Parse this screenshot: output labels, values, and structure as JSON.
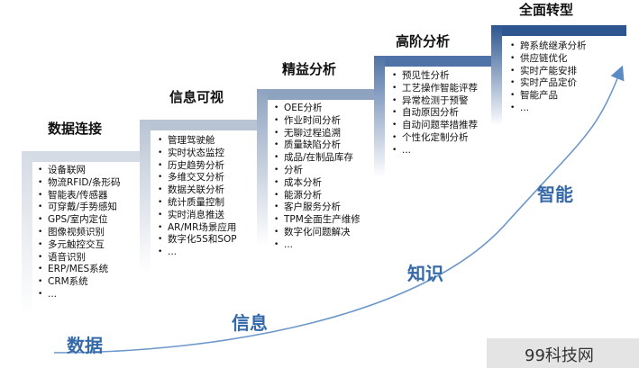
{
  "colors": {
    "accent": "#4a6fa5",
    "stage1": "#d5dbe4",
    "stage2": "#b8c4d4",
    "stage3": "#8ea3bf",
    "stage4": "#4f73a6",
    "stage5": "#2d5590",
    "curve_text": "#3569a8",
    "curve_line": "#5b8bc4"
  },
  "stages": [
    {
      "title": "数据连接",
      "items": [
        "设备联网",
        "物流RFID/条形码",
        "智能表/传感器",
        "可穿戴/手势感知",
        "GPS/室内定位",
        "图像视频识别",
        "多元触控交互",
        "语音识别",
        "ERP/MES系统",
        "CRM系统",
        "..."
      ]
    },
    {
      "title": "信息可视",
      "items": [
        "管理驾驶舱",
        "实时状态监控",
        "历史趋势分析",
        "多维交叉分析",
        "数据关联分析",
        "统计质量控制",
        "实时消息推送",
        "AR/MR场景应用",
        "数字化5S和SOP",
        "..."
      ]
    },
    {
      "title": "精益分析",
      "items": [
        "OEE分析",
        "作业时间分析",
        "无聊过程追溯",
        "质量缺陷分析",
        "成品/在制品库存",
        "分析",
        "成本分析",
        "能源分析",
        "客户服务分析",
        "TPM全面生产维修",
        "数字化问题解决",
        "..."
      ]
    },
    {
      "title": "高阶分析",
      "items": [
        "预见性分析",
        "工艺操作智能评荐",
        "异常检测于预警",
        "自动原因分析",
        "自动问题举措推荐",
        "个性化定制分析",
        "..."
      ]
    },
    {
      "title": "全面转型",
      "items": [
        "跨系统继承分析",
        "供应链优化",
        "实时产能安排",
        "实时产品定价",
        "智能产品",
        "..."
      ]
    }
  ],
  "curve_labels": [
    "数据",
    "信息",
    "知识",
    "智能"
  ],
  "watermark": "99科技网"
}
